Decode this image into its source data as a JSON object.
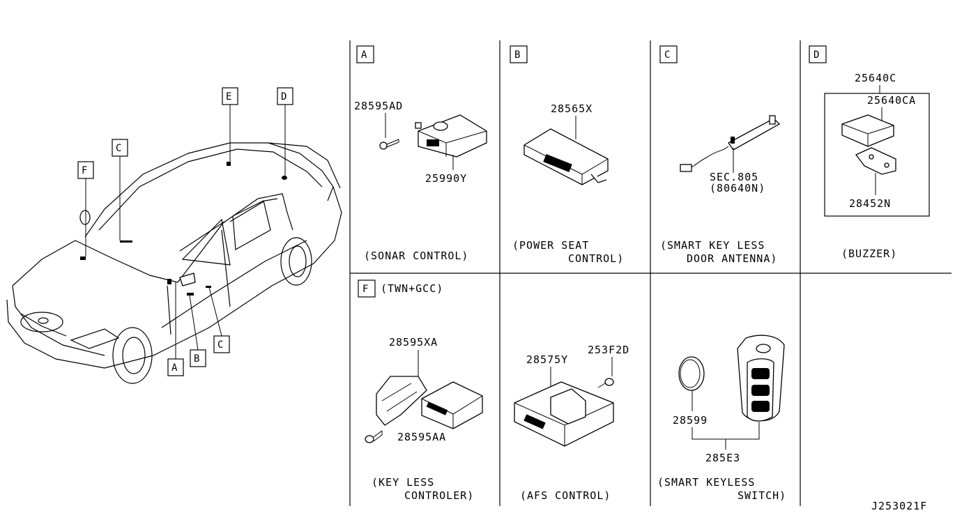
{
  "figure_id": "J253021F",
  "car_callouts": [
    "A",
    "B",
    "C",
    "C",
    "D",
    "E",
    "F"
  ],
  "panels": {
    "A": {
      "letter": "A",
      "parts": [
        "28595AD",
        "25990Y"
      ],
      "caption": [
        "(SONAR CONTROL)"
      ]
    },
    "B": {
      "letter": "B",
      "parts": [
        "28565X"
      ],
      "caption": [
        "(POWER SEAT",
        "CONTROL)"
      ]
    },
    "C": {
      "letter": "C",
      "parts": [
        "SEC.805",
        "(80640N)"
      ],
      "caption": [
        "(SMART KEY LESS",
        "DOOR ANTENNA)"
      ]
    },
    "D": {
      "letter": "D",
      "parts": [
        "25640C",
        "25640CA",
        "28452N"
      ],
      "caption": [
        "(BUZZER)"
      ]
    },
    "F": {
      "letter": "F",
      "note": "(TWN+GCC)",
      "parts": [
        "28595XA",
        "28595AA"
      ],
      "caption": [
        "(KEY LESS",
        "CONTROLER)"
      ]
    },
    "G": {
      "parts": [
        "28575Y",
        "253F2D"
      ],
      "caption": [
        "(AFS CONTROL)"
      ]
    },
    "H": {
      "parts": [
        "28599",
        "285E3"
      ],
      "caption": [
        "(SMART KEYLESS",
        "SWITCH)"
      ]
    }
  }
}
